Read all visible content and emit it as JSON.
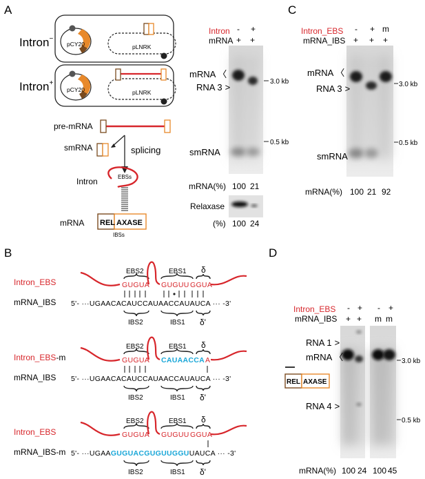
{
  "panels": {
    "A": {
      "letter": "A",
      "schematic": {
        "intron_minus": "Intron",
        "intron_minus_sup": "−",
        "intron_plus": "Intron",
        "intron_plus_sup": "+",
        "plasmid1": "pCY20",
        "plasmid2": "pLNRK",
        "pre_mrna": "pre-mRNA",
        "smrna": "smRNA",
        "splicing": "splicing",
        "intron": "Intron",
        "ebss": "EBSs",
        "mrna": "mRNA",
        "rel": "REL",
        "axase": "AXASE",
        "ibss": "IBSs"
      },
      "blot": {
        "row1_label": "Intron",
        "row2_label": "mRNA",
        "lane_marks_row1": [
          "-",
          "+"
        ],
        "lane_marks_row2": [
          "+",
          "+"
        ],
        "band_mrna": "mRNA",
        "band_mrna_mark": "〈",
        "band_rna3": "RNA 3",
        "band_rna3_mark": ">",
        "band_smrna": "smRNA",
        "marker_high": "3.0 kb",
        "marker_low": "0.5 kb",
        "quant_label": "mRNA(%)",
        "quant_values": [
          "100",
          "21"
        ],
        "relaxase_label": "Relaxase",
        "relaxase_pct_label": "(%)",
        "relaxase_values": [
          "100",
          "24"
        ]
      }
    },
    "B": {
      "letter": "B",
      "rows": [
        {
          "top_label": "Intron_EBS",
          "bottom_label": "mRNA_IBS",
          "ebs2": "EBS2",
          "ebs1": "EBS1",
          "delta": "δ",
          "top_seq_a": "GUGUA",
          "top_seq_b": "GUGUU",
          "top_seq_c": "GGUA",
          "bottom_prefix": "5'-  ···UGAA",
          "bottom_ibs2": "CACAUC",
          "bottom_ibs1": "CAUAAC",
          "bottom_d": "CAU",
          "bottom_suffix": "AUCA ···  -3'",
          "ibs2": "IBS2",
          "ibs1": "IBS1",
          "delta_prime": "δ'"
        },
        {
          "top_label": "Intron_EBS",
          "top_label_suffix": "-m",
          "bottom_label": "mRNA_IBS",
          "ebs2": "EBS2",
          "ebs1": "EBS1",
          "delta": "δ",
          "top_seq_a": "GUGUA",
          "top_seq_b": "CAUAACCA",
          "top_seq_c": "A",
          "bottom_prefix": "5'-  ···UGAA",
          "bottom_ibs2": "CACAUC",
          "bottom_ibs1": "CAUAAC",
          "bottom_d": "CAU",
          "bottom_suffix": "AUCA ···  -3'",
          "ibs2": "IBS2",
          "ibs1": "IBS1",
          "delta_prime": "δ'"
        },
        {
          "top_label": "Intron_EBS",
          "bottom_label": "mRNA_IBS",
          "bottom_label_suffix": "-m",
          "ebs2": "EBS2",
          "ebs1": "EBS1",
          "delta": "δ",
          "top_seq_a": "GUGUA",
          "top_seq_b": "GUGUU",
          "top_seq_c": "GGUA",
          "bottom_prefix": "5'-  ···UGAA",
          "bottom_ibs2": "GUGUAC",
          "bottom_ibs1": "GUGUUGGU",
          "bottom_d": "U",
          "bottom_suffix": "AUCA ···  -3'",
          "ibs2": "IBS2",
          "ibs1": "IBS1",
          "delta_prime": "δ'"
        }
      ]
    },
    "C": {
      "letter": "C",
      "row1_label": "Intron_EBS",
      "row2_label": "mRNA_IBS",
      "lane_marks_row1": [
        "-",
        "+",
        "m"
      ],
      "lane_marks_row2": [
        "+",
        "+",
        "+"
      ],
      "band_mrna": "mRNA",
      "band_mrna_mark": "〈",
      "band_rna3": "RNA 3",
      "band_rna3_mark": ">",
      "band_smrna": "smRNA",
      "marker_high": "3.0 kb",
      "marker_low": "0.5 kb",
      "quant_label": "mRNA(%)",
      "quant_values": [
        "100",
        "21",
        "92"
      ]
    },
    "D": {
      "letter": "D",
      "row1_label": "Intron_EBS",
      "row2_label": "mRNA_IBS",
      "lane_marks_row1": [
        "-",
        "+",
        "-",
        "+"
      ],
      "lane_marks_row2": [
        "+",
        "+",
        "m",
        "m"
      ],
      "band_rna1": "RNA 1",
      "band_rna1_mark": ">",
      "band_mrna": "mRNA",
      "band_mrna_mark": "〈",
      "band_rna4": "RNA 4",
      "band_rna4_mark": ">",
      "rel": "REL",
      "axase": "AXASE",
      "marker_high": "3.0 kb",
      "marker_low": "0.5 kb",
      "quant_label": "mRNA(%)",
      "quant_values": [
        "100",
        "24",
        "100",
        "45"
      ]
    }
  },
  "colors": {
    "red": "#d7262b",
    "blue": "#1aa7d8",
    "orange": "#e8892a",
    "brown": "#7a4a1e",
    "grey": "#555555"
  }
}
